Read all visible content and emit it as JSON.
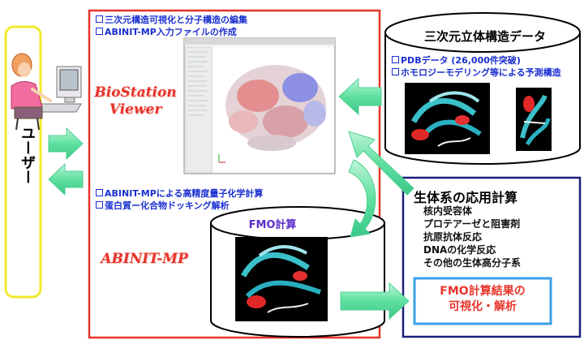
{
  "user": {
    "label": "ユーザー"
  },
  "center": {
    "top_items": [
      "三次元構造可視化と分子構造の編集",
      "ABINIT-MP入力ファイルの作成"
    ],
    "viewer_label": [
      "BioStation",
      "Viewer"
    ],
    "bottom_items": [
      "ABINIT-MPによる高精度量子化学計算",
      "蛋白質ー化合物ドッキング解析"
    ],
    "abinit_label": "ABINIT-MP",
    "fmo_label": "FMO計算"
  },
  "database": {
    "title": "三次元立体構造データ",
    "items": [
      "PDBデータ (26,000件突破)",
      "ホモロジーモデリング等による予測構造"
    ]
  },
  "applications": {
    "title": "生体系の応用計算",
    "items": [
      "核内受容体",
      "プロテアーゼと阻害剤",
      "抗原抗体反応",
      "DNAの化学反応",
      "その他の生体高分子系"
    ]
  },
  "results": {
    "line1": "FMO計算結果の",
    "line2": "可視化・解析"
  },
  "colors": {
    "red_frame": "#e8342a",
    "blue_text": "#1a2fd0",
    "navy_frame": "#1b1f7a",
    "yellow_frame": "#f2ea2d",
    "arrow_fill": "#5fe0a0",
    "results_frame": "#3aa0e8"
  }
}
